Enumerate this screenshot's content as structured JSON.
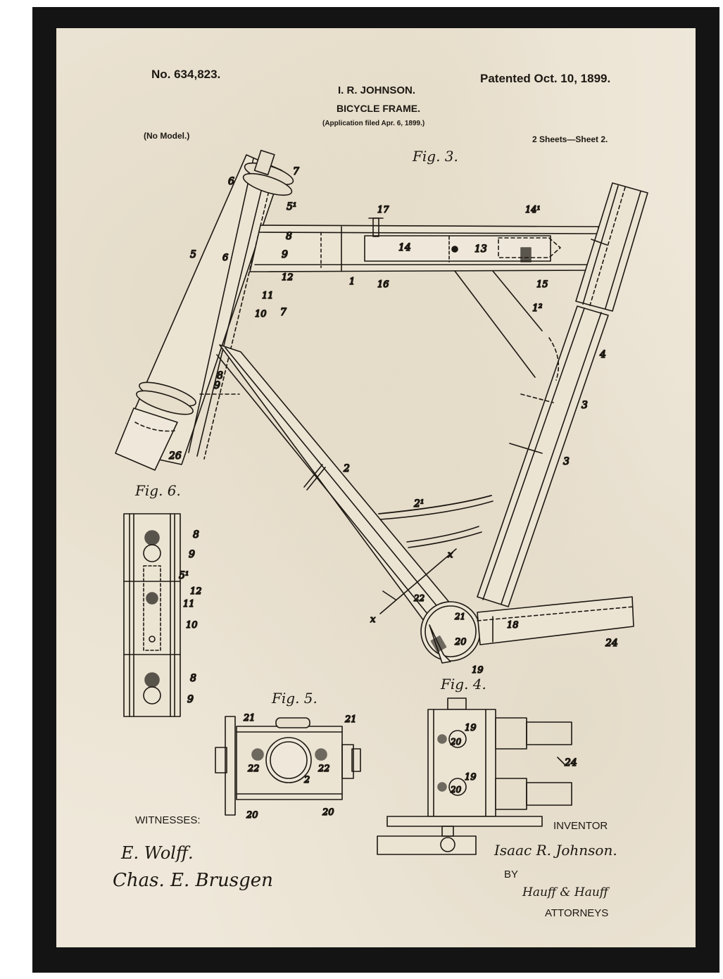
{
  "header": {
    "patent_no": "No. 634,823.",
    "patent_date": "Patented Oct. 10, 1899.",
    "inventor_name": "I. R. JOHNSON.",
    "title": "BICYCLE FRAME.",
    "application": "(Application filed Apr. 6, 1899.)",
    "model": "(No Model.)",
    "sheets": "2 Sheets—Sheet 2."
  },
  "figures": {
    "fig3": "Fig. 3.",
    "fig4": "Fig. 4.",
    "fig5": "Fig. 5.",
    "fig6": "Fig. 6."
  },
  "footer": {
    "witnesses_label": "WITNESSES:",
    "witness_1": "E. Wolff.",
    "witness_2": "Chas. E. Brusgen",
    "inventor_label": "INVENTOR",
    "inventor_signature": "Isaac R. Johnson.",
    "by_label": "BY",
    "attorneys_signature": "Hauff & Hauff",
    "attorneys_label": "ATTORNEYS"
  },
  "colors": {
    "frame": "#141414",
    "paper": "#efe8da",
    "ink": "#1c1812"
  }
}
